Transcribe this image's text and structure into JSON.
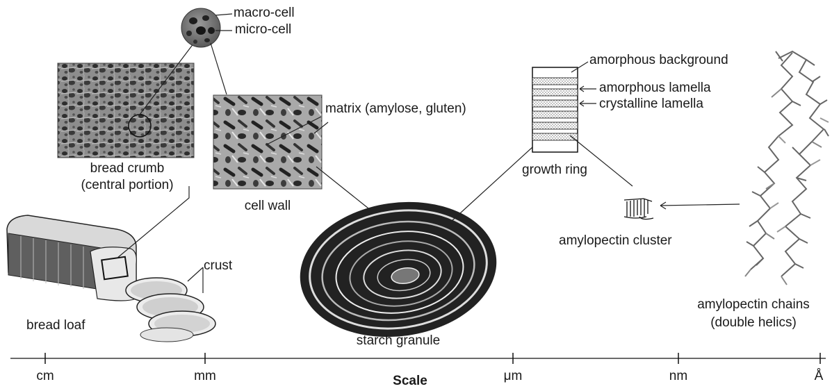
{
  "labels": {
    "macro_cell": "macro-cell",
    "micro_cell": "micro-cell",
    "matrix": "matrix (amylose, gluten)",
    "bread_crumb_1": "bread crumb",
    "bread_crumb_2": "(central portion)",
    "cell_wall": "cell wall",
    "crust": "crust",
    "bread_loaf": "bread loaf",
    "starch_granule": "starch granule",
    "amorphous_background": "amorphous background",
    "amorphous_lamella": "amorphous lamella",
    "crystalline_lamella": "crystalline lamella",
    "growth_ring": "growth ring",
    "amylopectin_cluster": "amylopectin cluster",
    "amylopectin_chains_1": "amylopectin chains",
    "amylopectin_chains_2": "(double helics)"
  },
  "scale": {
    "title": "Scale",
    "ticks": [
      "cm",
      "mm",
      "μm",
      "nm",
      "Å"
    ]
  }
}
